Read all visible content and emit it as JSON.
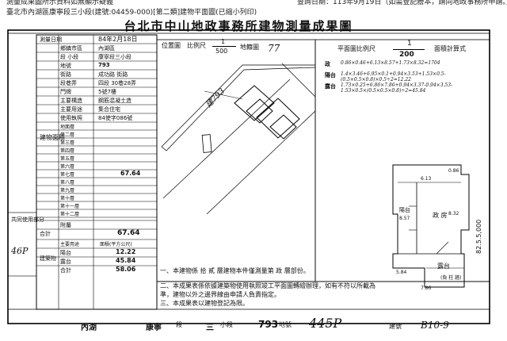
{
  "header": {
    "line1_left": "測量成果圖所示資料如無顯示疑義",
    "line1_right": "查詢日期：113年9月19日（如需登記謄本，請向地政事務所申請。）",
    "line2": "臺北市內湖區康寧段三小段(建號:04459-000)[第二類]建物平面圖(已縮小列印)"
  },
  "title": "台北市中山地政事務所建物測量成果圖",
  "left_table": {
    "survey_date_label": "測量日期",
    "survey_date_value": "84年2月18日",
    "rows": [
      {
        "label": "鄉鎮市區",
        "value": "內湖區"
      },
      {
        "label": "段 小段",
        "value": "康寧段三小段"
      },
      {
        "label": "地號",
        "value": "793"
      },
      {
        "label": "街路",
        "value": "成功路 街路"
      },
      {
        "label": "段巷弄",
        "value": "四段 30巷28弄"
      },
      {
        "label": "門牌",
        "value": "5號7樓"
      },
      {
        "label": "主要構造",
        "value": "鋼筋混凝土造"
      },
      {
        "label": "主要用途",
        "value": "集合住宅"
      },
      {
        "label": "使用執照",
        "value": "84使字086號"
      }
    ],
    "floor_header": "建物面積",
    "floors": [
      "地面層",
      "第二層",
      "第三層",
      "第四層",
      "第五層",
      "第六層",
      "第七層",
      "第八層",
      "第九層",
      "第十層",
      "第十一層",
      "第十二層"
    ],
    "seventh_floor_area": "67.64",
    "subtotal_label": "附屬",
    "total_label": "合計",
    "total_value": "67.64",
    "accessory_header": "主要用途",
    "accessory_area_header": "面積(平方公尺)",
    "accessory_rows": [
      {
        "use": "陽台",
        "value": "12.22"
      },
      {
        "use": "露台",
        "value": "45.84"
      }
    ],
    "accessory_total_label": "合計",
    "accessory_total_value": "58.06",
    "side_label": "建築物",
    "common_label": "共同使用部分",
    "hand_note": "46P"
  },
  "location_plan": {
    "label": "位置圖",
    "scale_label": "比例尺",
    "scale_num": "1",
    "scale_den": "500",
    "lot_suffix": "地籍圖",
    "lot_no": "77",
    "building_label": "建793"
  },
  "floor_plan": {
    "label": "平面圖比例尺",
    "scale_num": "1",
    "scale_den": "200",
    "area_method": "面積計算式",
    "calc_lines": [
      {
        "k": "政",
        "v": "0.86×0.46+6.13×8.57+1.73×8.32=1704"
      },
      {
        "k": "陽台",
        "v": "1.4×3.46+6.95×0.1+0.94×3.53+1.53×0.5-(0.5×0.5×0.8)×0.5÷2=12.22"
      },
      {
        "k": "露台",
        "v": "1.73×0.25+6.86×7.86+0.94×3.37-0.94×3.53-1.53×0.5×(0.5×0.5×0.8)÷2=45.84"
      }
    ],
    "labels": {
      "balcony": "陽台",
      "main": "政 房",
      "terrace": "露台",
      "dims": [
        "8.57",
        "8.32",
        "0.86",
        "6.13",
        "5.84",
        "7.86"
      ],
      "sign": "(負 柱 牆)"
    }
  },
  "notes": [
    "一、本建物係 拾 貳 層建物本件僅測量第 政 層部份。",
    "二、本成果表係依據建築物使用執照竣工平面圖轉繪辦理，如有不符以所載為準，建物以外之邊界線由申請人負責指定。",
    "三、本成果表以建物登記為限。"
  ],
  "footer": {
    "district": "內湖",
    "section": "康寧",
    "section_suffix": "段",
    "subsection": "三",
    "subsection_suffix": "小段",
    "lot": "793",
    "lot_suffix": "地號",
    "hand_no": "445P",
    "build_no_label": "建號",
    "file_no": "B10-9",
    "side_text": "82.5.5,000"
  }
}
